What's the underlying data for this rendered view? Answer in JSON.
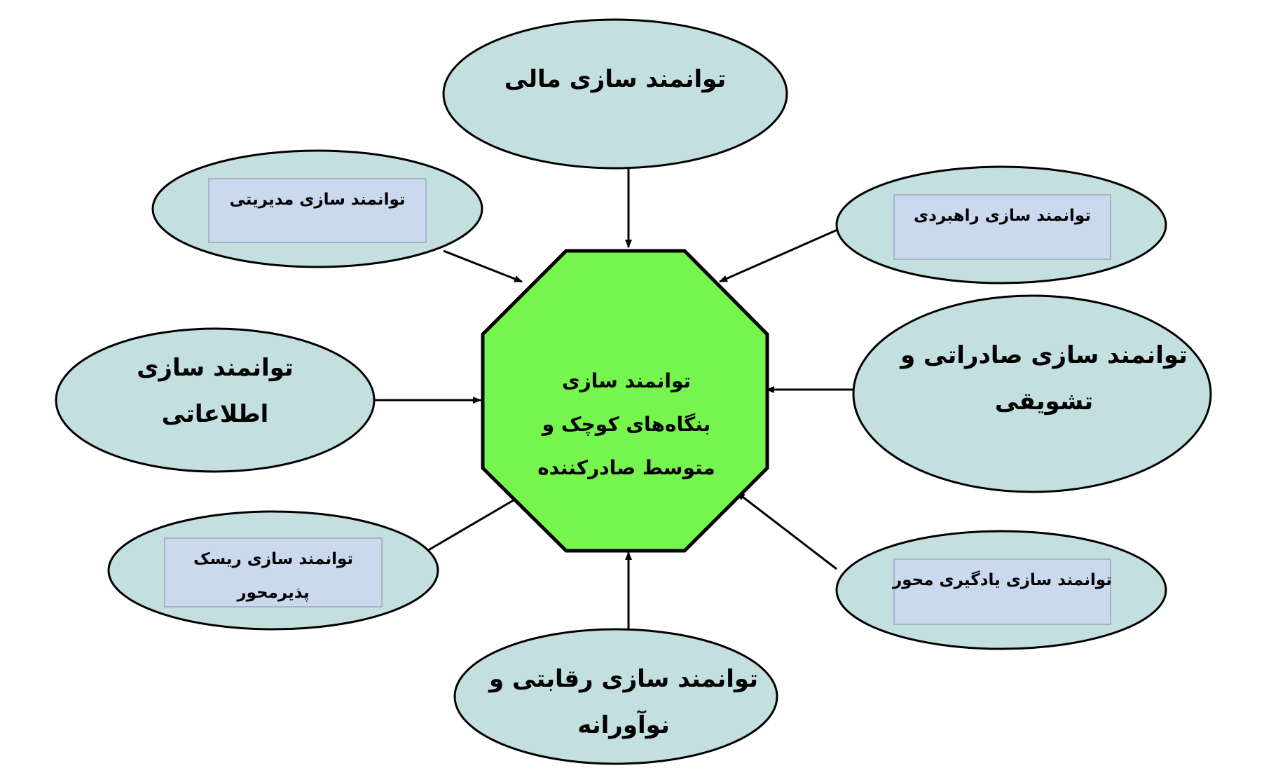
{
  "colors": {
    "ellipse_fill": "#c4dfe0",
    "inner_box_fill": "#cbd9ee",
    "center_fill": "#77f54f",
    "stroke": "#000000"
  },
  "diagram": {
    "center": {
      "lines": [
        "توانمند سازی",
        "بنگاه‌های کوچک و",
        "متوسط صادرکننده"
      ]
    },
    "nodes": {
      "financial": {
        "lines": [
          "توانمند سازی مالی"
        ]
      },
      "managerial": {
        "lines": [
          "توانمند سازی مدیریتی"
        ]
      },
      "strategic": {
        "lines": [
          "توانمند سازی راهبردی"
        ]
      },
      "informational": {
        "lines": [
          "توانمند سازی",
          "اطلاعاتی"
        ]
      },
      "export": {
        "lines": [
          "توانمند سازی صادراتی و",
          "تشویقی"
        ]
      },
      "risk": {
        "lines": [
          "توانمند سازی ریسک",
          "پذیرمحور"
        ]
      },
      "learning": {
        "lines": [
          "توانمند سازی یادگیری محور"
        ]
      },
      "competitive": {
        "lines": [
          "توانمند سازی رقابتی و",
          "نوآورانه"
        ]
      }
    }
  }
}
